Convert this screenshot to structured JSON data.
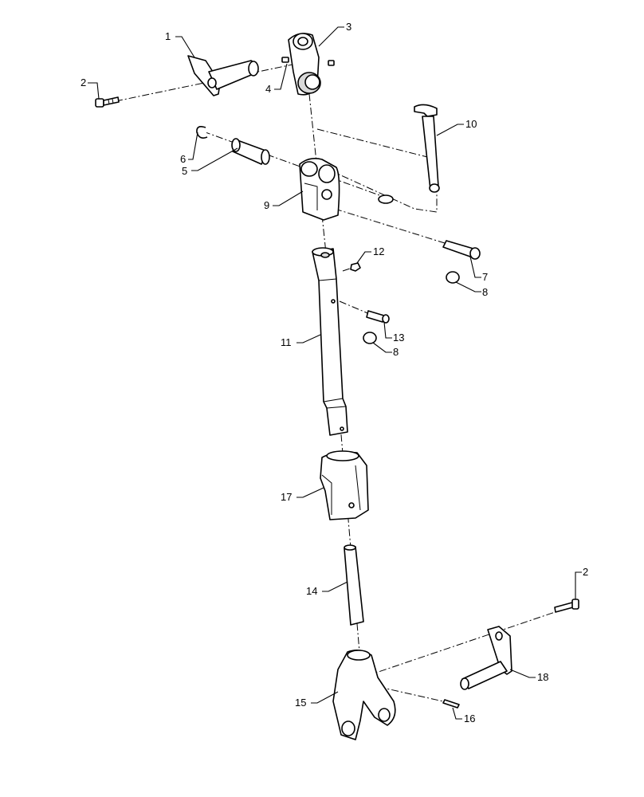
{
  "callouts": {
    "c1": "1",
    "c2a": "2",
    "c3": "3",
    "c4": "4",
    "c5": "5",
    "c6": "6",
    "c7": "7",
    "c8a": "8",
    "c8b": "8",
    "c9": "9",
    "c10": "10",
    "c11": "11",
    "c12": "12",
    "c13": "13",
    "c14": "14",
    "c15": "15",
    "c16": "16",
    "c17": "17",
    "c18": "18",
    "c2b": "2"
  }
}
